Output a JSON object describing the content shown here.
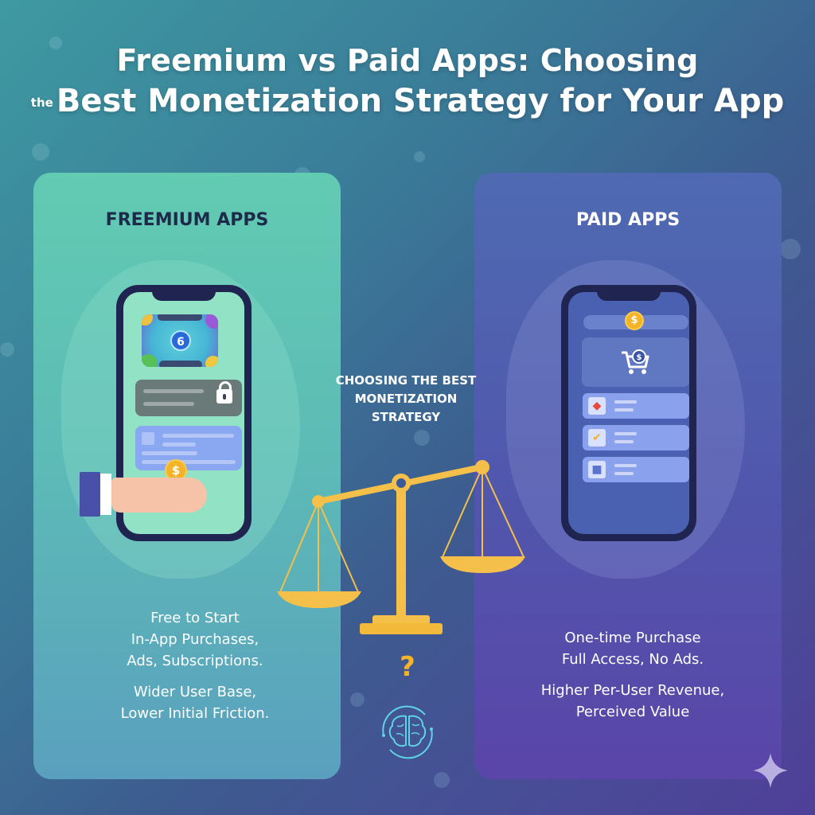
{
  "title": {
    "line1": "Freemium vs Paid Apps: Choosing",
    "line2_prefix": "the",
    "line2": "Best Monetization Strategy for Your App"
  },
  "freemium": {
    "heading": "FREEMIUM APPS",
    "game_badge": "6",
    "coin_symbol": "$",
    "description": {
      "line1": "Free to Start",
      "line2": "In-App Purchases,",
      "line3": "Ads, Subscriptions.",
      "line4": "Wider User Base,",
      "line5": "Lower Initial Friction."
    },
    "colors": {
      "panel_top": "#62cbb2",
      "panel_bottom": "#5aa0be",
      "heading": "#1e2a4a"
    }
  },
  "center": {
    "heading_line1": "CHOOSING THE BEST",
    "heading_line2": "MONETIZATION",
    "heading_line3": "STRATEGY",
    "question_mark": "?",
    "icons": [
      "balance-scale-icon",
      "question-icon",
      "brain-icon"
    ],
    "colors": {
      "scale": "#f4c04a",
      "brain": "#5fd3e6"
    }
  },
  "paid": {
    "heading": "PAID APPS",
    "coin_symbol": "$",
    "items": [
      {
        "icon": "gem-icon",
        "glyph": "◆"
      },
      {
        "icon": "check-icon",
        "glyph": "✔"
      },
      {
        "icon": "square-icon",
        "glyph": "■"
      }
    ],
    "description": {
      "line1": "One-time Purchase",
      "line2": "Full Access, No Ads.",
      "line3": "Higher Per-User Revenue,",
      "line4": "Perceived Value"
    },
    "colors": {
      "panel_top": "#4f6ab2",
      "panel_bottom": "#5a45a8",
      "heading": "#ffffff"
    }
  },
  "accent": {
    "coin": "#f4b42a"
  }
}
